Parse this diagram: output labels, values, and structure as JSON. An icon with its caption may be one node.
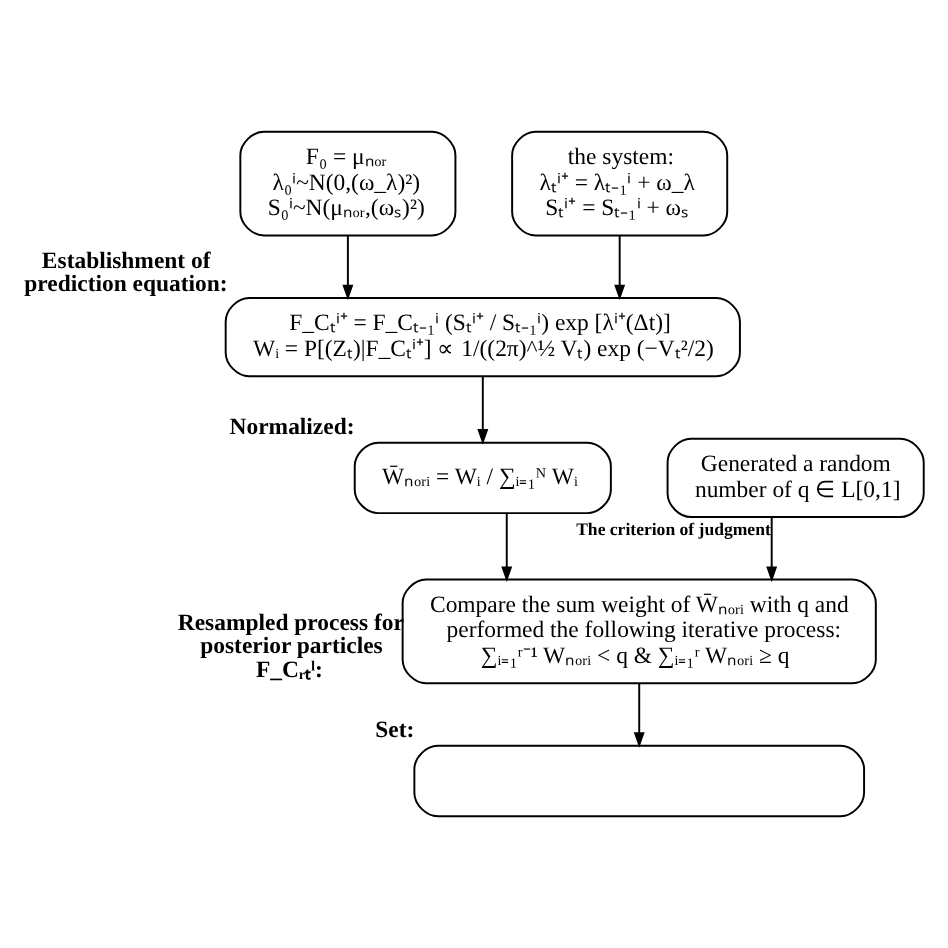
{
  "diagram": {
    "nodes": [
      {
        "text": [
          "F₀ = μₙₒᵣ",
          "λ₀ⁱ~N(0,(ω_λ)²)",
          "S₀ⁱ~N(μₙₒᵣ,(ωₛ)²)"
        ]
      },
      {
        "text": [
          "the system:",
          "λₜⁱ⁺ = λₜ₋₁ⁱ + ω_λ",
          "Sₜⁱ⁺ = Sₜ₋₁ⁱ + ωₛ"
        ]
      },
      {
        "text": [
          "F_Cₜⁱ⁺ = F_Cₜ₋₁ⁱ (Sₜⁱ⁺ / Sₜ₋₁ⁱ) exp [λⁱ⁺(Δt)]",
          "Wᵢ = P[(Zₜ)|F_Cₜⁱ⁺] ∝ 1/((2π)^½ Vₜ) exp (−Vₜ²/2)"
        ],
        "beside": [
          "Establishment of prediction equation:"
        ]
      },
      {
        "text": [
          "W̄ₙₒᵣᵢ = Wᵢ / ∑ᵢ₌₁ᴺ Wᵢ"
        ],
        "beside": [
          "Normalized:"
        ]
      },
      {
        "text": [
          "Generated a random number of q ∈ L[0,1]"
        ]
      },
      {
        "text": [
          "Compare the sum weight of W̄ₙₒᵣᵢ with q and performed the following iterative process:",
          "∑ᵢ₌₁ʳ⁻¹ Wₙₒᵣᵢ < q & ∑ᵢ₌₁ʳ Wₙₒᵣᵢ ≥ q"
        ],
        "beside": [
          "Resampled process for posterior particles F_Cᵣₜˡ:"
        ]
      },
      {
        "text": [],
        "shape": "box",
        "beside": [
          "Set:"
        ]
      }
    ],
    "edges": [
      {
        "from": 0,
        "to": 2,
        "arrow": "to"
      },
      {
        "from": 1,
        "to": 2,
        "arrow": "to"
      },
      {
        "from": 2,
        "to": 3,
        "arrow": "to"
      },
      {
        "from": 4,
        "to": 5,
        "arrow": "to",
        "label": "The criterion of judgment"
      },
      {
        "from": 3,
        "to": 5,
        "arrow": "to"
      },
      {
        "from": 5,
        "to": 6,
        "arrow": "to"
      }
    ]
  }
}
